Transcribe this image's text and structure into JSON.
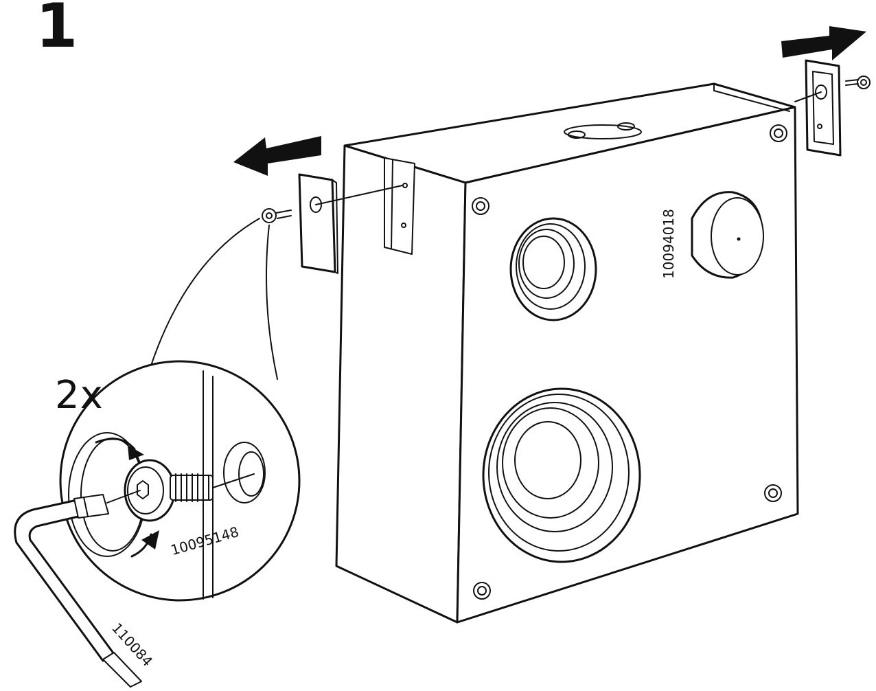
{
  "step": {
    "number": "1"
  },
  "detail": {
    "multiplier": "2x"
  },
  "parts": {
    "screw_id": "10095148",
    "speaker_id": "10094018",
    "hex_key_id": "110084"
  },
  "arrows": {
    "left_direction": "left",
    "right_direction": "right"
  },
  "colors": {
    "line": "#111111",
    "background": "#ffffff"
  }
}
